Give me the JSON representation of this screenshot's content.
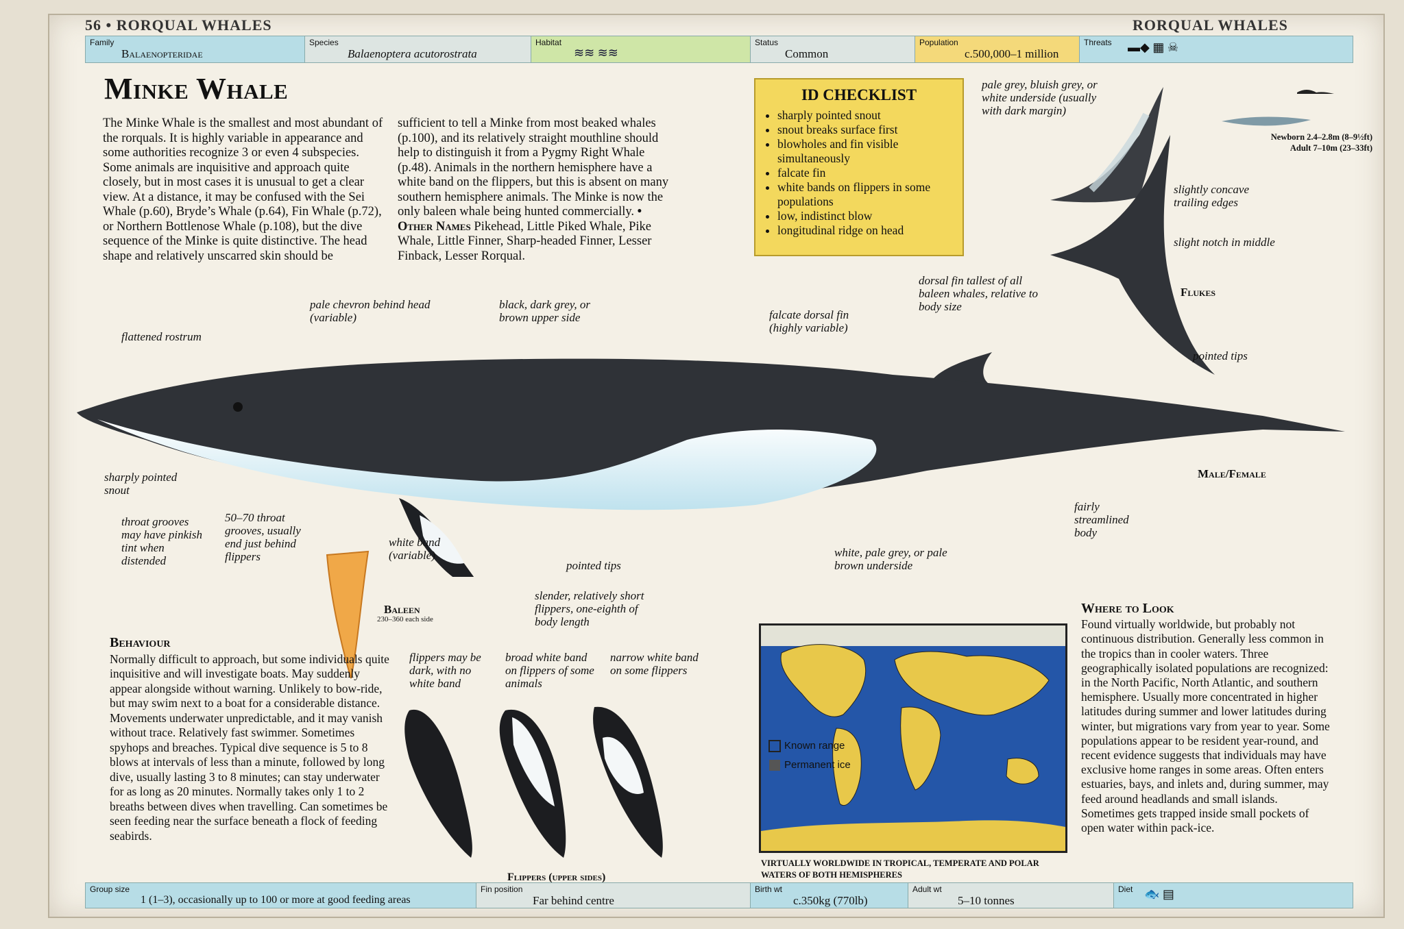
{
  "running_head": {
    "left": "56 • RORQUAL WHALES",
    "right": "RORQUAL WHALES"
  },
  "top_bar": {
    "family_label": "Family",
    "family_value": "Balaenopteridae",
    "species_label": "Species",
    "species_value": "Balaenoptera acutorostrata",
    "habitat_label": "Habitat",
    "status_label": "Status",
    "status_value": "Common",
    "population_label": "Population",
    "population_value": "c.500,000–1 million",
    "threats_label": "Threats"
  },
  "title": "Minke Whale",
  "intro": {
    "col1": "The Minke Whale is the smallest and most abundant of the rorquals. It is highly variable in appearance and some authorities recognize 3 or even 4 subspecies. Some animals are inquisitive and approach quite closely, but in most cases it is unusual to get a clear view. At a distance, it may be confused with the Sei Whale (p.60), Bryde’s Whale (p.64), Fin Whale (p.72), or Northern Bottlenose Whale (p.108), but the dive sequence of the Minke is quite distinctive. The head shape and relatively unscarred skin should be",
    "col2": "sufficient to tell a Minke from most beaked whales (p.100), and its relatively straight mouthline should help to distinguish it from a Pygmy Right Whale (p.48). Animals in the northern hemisphere have a white band on the flippers, but this is absent on many southern hemisphere animals. The Minke is now the only baleen whale being hunted commercially.",
    "other_names_label": "• Other Names",
    "other_names": "Pikehead, Little Piked Whale, Pike Whale, Little Finner, Sharp-headed Finner, Lesser Finback, Lesser Rorqual."
  },
  "id_checklist": {
    "title": "ID CHECKLIST",
    "items": [
      "sharply pointed snout",
      "snout breaks surface first",
      "blowholes and fin visible simultaneously",
      "falcate fin",
      "white bands on flippers in some populations",
      "low, indistinct blow",
      "longitudinal ridge on head"
    ]
  },
  "size": {
    "newborn": "Newborn 2.4–2.8m (8–9½ft)",
    "adult": "Adult 7–10m (23–33ft)"
  },
  "flukes": {
    "caption": "Flukes",
    "label_underside": "pale grey, bluish grey, or white underside (usually with dark margin)",
    "label_trailing": "slightly concave trailing edges",
    "label_notch": "slight notch in middle",
    "label_tips": "pointed tips"
  },
  "whale_labels": {
    "rostrum": "flattened rostrum",
    "chevron": "pale chevron behind head (variable)",
    "upper_side": "black, dark grey, or brown upper side",
    "falcate": "falcate dorsal fin (highly variable)",
    "dorsal_tallest": "dorsal fin tallest of all baleen whales, relative to body size",
    "male_female": "Male/Female",
    "snout": "sharply pointed snout",
    "throat_tint": "throat grooves may have pinkish tint when distended",
    "throat_count": "50–70 throat grooves, usually end just behind flippers",
    "white_band": "white band (variable)",
    "pointed_tips": "pointed tips",
    "slender": "slender, relatively short flippers, one-eighth of body length",
    "underside": "white, pale grey, or pale brown underside",
    "streamlined": "fairly streamlined body"
  },
  "baleen": {
    "caption": "Baleen",
    "sub": "230–360 each side"
  },
  "behaviour": {
    "heading": "Behaviour",
    "text": "Normally difficult to approach, but some individuals quite inquisitive and will investigate boats. May suddenly appear alongside without warning. Unlikely to bow-ride, but may swim next to a boat for a considerable distance. Movements underwater unpredictable, and it may vanish without trace. Relatively fast swimmer. Sometimes spyhops and breaches. Typical dive sequence is 5 to 8 blows at intervals of less than a minute, followed by long dive, usually lasting 3 to 8 minutes; can stay underwater for as long as 20 minutes. Normally takes only 1 to 2 breaths between dives when travelling. Can sometimes be seen feeding near the surface beneath a flock of feeding seabirds."
  },
  "flippers": {
    "caption": "Flippers (upper sides)",
    "label1": "flippers may be dark, with no white band",
    "label2": "broad white band on flippers of some animals",
    "label3": "narrow white band on some flippers"
  },
  "map": {
    "legend_known": "Known range",
    "legend_ice": "Permanent ice",
    "caption": "VIRTUALLY WORLDWIDE IN TROPICAL, TEMPERATE AND POLAR WATERS OF BOTH HEMISPHERES"
  },
  "where_to_look": {
    "heading": "Where to Look",
    "text": "Found virtually worldwide, but probably not continuous distribution. Generally less common in the tropics than in cooler waters. Three geographically isolated populations are recognized: in the North Pacific, North Atlantic, and southern hemisphere. Usually more concentrated in higher latitudes during summer and lower latitudes during winter, but migrations vary from year to year. Some populations appear to be resident year-round, and recent evidence suggests that individuals may have exclusive home ranges in some areas. Often enters estuaries, bays, and inlets and, during summer, may feed around headlands and small islands. Sometimes gets trapped inside small pockets of open water within pack-ice."
  },
  "bottom_bar": {
    "group_label": "Group size",
    "group_value": "1 (1–3), occasionally up to 100 or more at good feeding areas",
    "fin_label": "Fin position",
    "fin_value": "Far behind centre",
    "birth_label": "Birth wt",
    "birth_value": "c.350kg (770lb)",
    "adult_label": "Adult wt",
    "adult_value": "5–10 tonnes",
    "diet_label": "Diet"
  },
  "colors": {
    "bar_blue": "#b7dde6",
    "bar_green": "#cfe6a7",
    "checklist_yellow": "#f3d85d",
    "ocean": "#2456a8",
    "land": "#e8c84a"
  }
}
